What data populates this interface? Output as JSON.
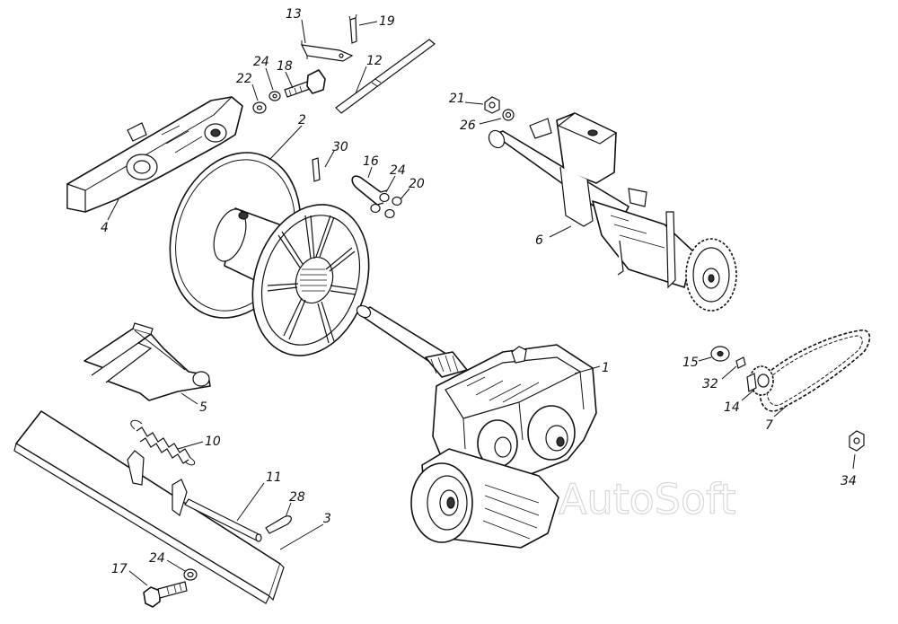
{
  "watermark": "AutoSoft",
  "parts": {
    "p1": "1",
    "p2": "2",
    "p3": "3",
    "p4": "4",
    "p5": "5",
    "p6": "6",
    "p7": "7",
    "p10": "10",
    "p11": "11",
    "p12": "12",
    "p13": "13",
    "p14": "14",
    "p15": "15",
    "p16": "16",
    "p17": "17",
    "p18": "18",
    "p19": "19",
    "p20": "20",
    "p21": "21",
    "p22": "22",
    "p24a": "24",
    "p24b": "24",
    "p24c": "24",
    "p26": "26",
    "p28": "28",
    "p30": "30",
    "p32": "32",
    "p34": "34"
  }
}
